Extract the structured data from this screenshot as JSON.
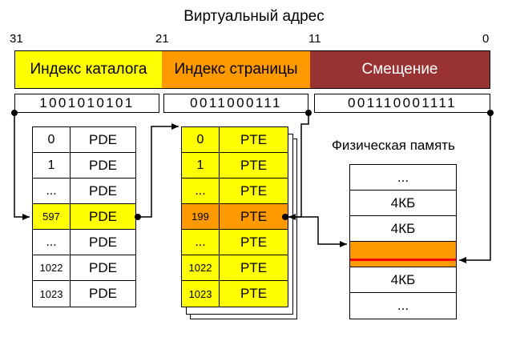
{
  "title": "Виртуальный адрес",
  "bit_numbers": [
    "31",
    "21",
    "11",
    "0"
  ],
  "fields": [
    {
      "label": "Индекс каталога",
      "color": "#ffff00",
      "bits": "1001010101"
    },
    {
      "label": "Индекс страницы",
      "color": "#ff9900",
      "bits": "0011000111"
    },
    {
      "label": "Смещение",
      "color": "#993333",
      "bits": "001110001111"
    }
  ],
  "directory": {
    "rows": [
      {
        "index": "0",
        "value": "PDE"
      },
      {
        "index": "1",
        "value": "PDE"
      },
      {
        "index": "...",
        "value": "PDE"
      },
      {
        "index": "597",
        "value": "PDE",
        "highlight": true
      },
      {
        "index": "...",
        "value": "PDE"
      },
      {
        "index": "1022",
        "value": "PDE"
      },
      {
        "index": "1023",
        "value": "PDE"
      }
    ]
  },
  "page_table": {
    "rows": [
      {
        "index": "0",
        "value": "PTE"
      },
      {
        "index": "1",
        "value": "PTE"
      },
      {
        "index": "...",
        "value": "PTE"
      },
      {
        "index": "199",
        "value": "PTE",
        "highlight": true
      },
      {
        "index": "...",
        "value": "PTE"
      },
      {
        "index": "1022",
        "value": "PTE"
      },
      {
        "index": "1023",
        "value": "PTE"
      }
    ]
  },
  "physical_memory": {
    "label": "Физическая память",
    "rows": [
      "...",
      "4КБ",
      "4КБ",
      "",
      "4КБ",
      "..."
    ]
  },
  "colors": {
    "yellow": "#ffff00",
    "orange": "#ff9900",
    "maroon": "#993333",
    "offset_line": "#ff0000"
  }
}
